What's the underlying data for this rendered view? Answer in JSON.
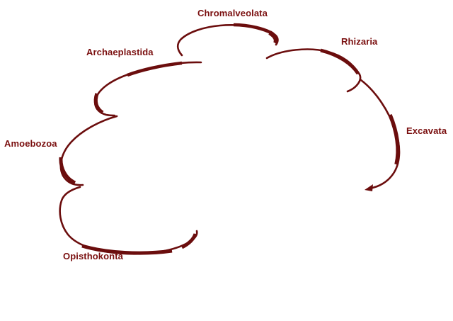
{
  "diagram": {
    "type": "eukaryote-supergroups-cladogram-overlay",
    "labels": [
      {
        "id": "chromalveolata",
        "text": "Chromalveolata"
      },
      {
        "id": "rhizaria",
        "text": "Rhizaria"
      },
      {
        "id": "archaeplastida",
        "text": "Archaeplastida"
      },
      {
        "id": "amoebozoa",
        "text": "Amoebozoa"
      },
      {
        "id": "excavata",
        "text": "Excavata"
      },
      {
        "id": "opisthokonta",
        "text": "Opisthokonta"
      }
    ],
    "colors": {
      "label": "#7a0f0f",
      "arc": "#6b0d0d",
      "background": "#ffffff"
    }
  }
}
